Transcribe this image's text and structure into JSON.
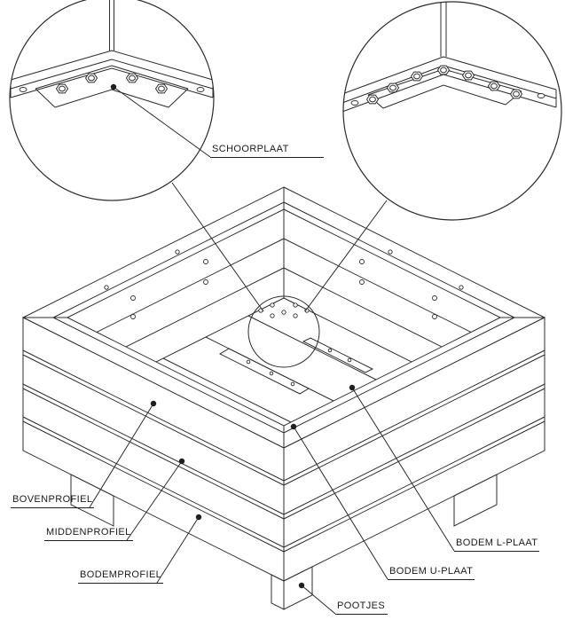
{
  "diagram": {
    "labels": {
      "schoorplaat": "SCHOORPLAAT",
      "bovenprofiel": "BOVENPROFIEL",
      "middenprofiel": "MIDDENPROFIEL",
      "bodemprofiel": "BODEMPROFIEL",
      "bodem_l_plaat": "BODEM L-PLAAT",
      "bodem_u_plaat": "BODEM U-PLAAT",
      "pootjes": "POOTJES"
    },
    "colors": {
      "line": "#2b2b2b",
      "background": "#ffffff",
      "label_text": "#1a1a1a"
    }
  }
}
